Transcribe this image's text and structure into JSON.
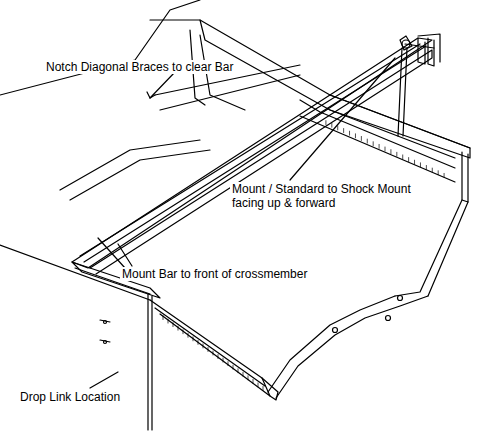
{
  "diagram": {
    "labels": [
      "Notch Diagonal Braces to clear Bar",
      "Mount / Standard to Shock Mount facing up & forward",
      "Mount Bar to front of crossmember",
      "Drop Link Location"
    ]
  }
}
